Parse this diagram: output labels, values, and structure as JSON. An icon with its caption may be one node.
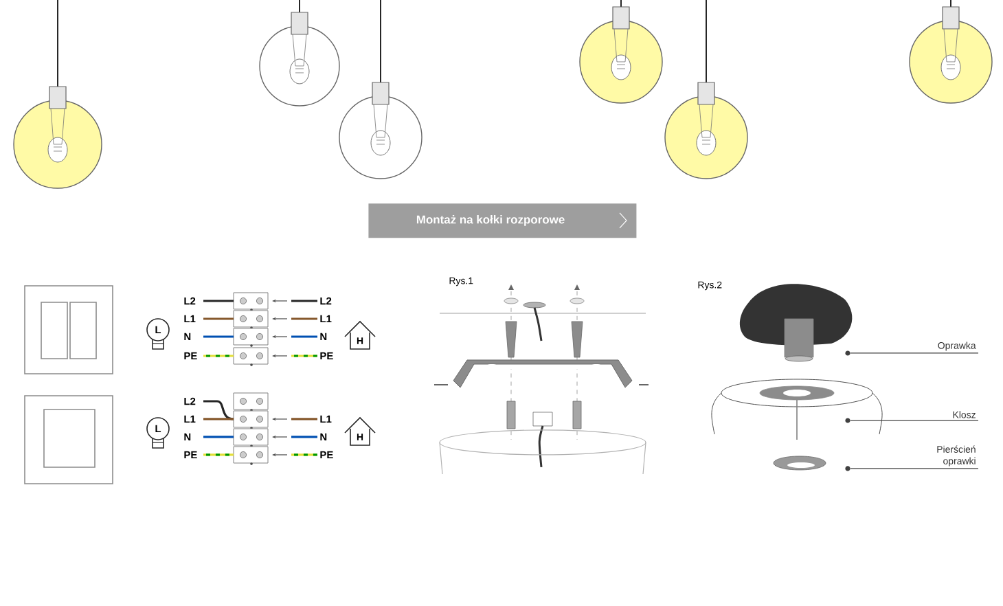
{
  "diagram": {
    "nodes": [
      {
        "text": [
          "Montaż na kołki rozporowe"
        ]
      },
      {
        "text": [
          "Oprawka"
        ]
      },
      {
        "text": [
          "Klosz"
        ]
      },
      {
        "text": [
          "Pierścień oprawki"
        ]
      },
      {
        "text": [],
        "shape": "circle"
      },
      {
        "text": [],
        "shape": "circle"
      },
      {
        "text": [],
        "shape": "circle"
      }
    ],
    "edges": [
      {
        "from": 1,
        "to": 4,
        "arrow": "none"
      },
      {
        "from": 2,
        "to": 5,
        "arrow": "none"
      },
      {
        "from": 3,
        "to": 6,
        "arrow": "none"
      }
    ],
    "labels": [
      "Rys.1",
      "Rys.2",
      "L2",
      "L2",
      "L",
      "L1",
      "L1",
      "N",
      "N",
      "H",
      "PE",
      "PE",
      "L2",
      "L",
      "L1",
      "L1",
      "N",
      "N",
      "H",
      "PE",
      "PE"
    ]
  }
}
